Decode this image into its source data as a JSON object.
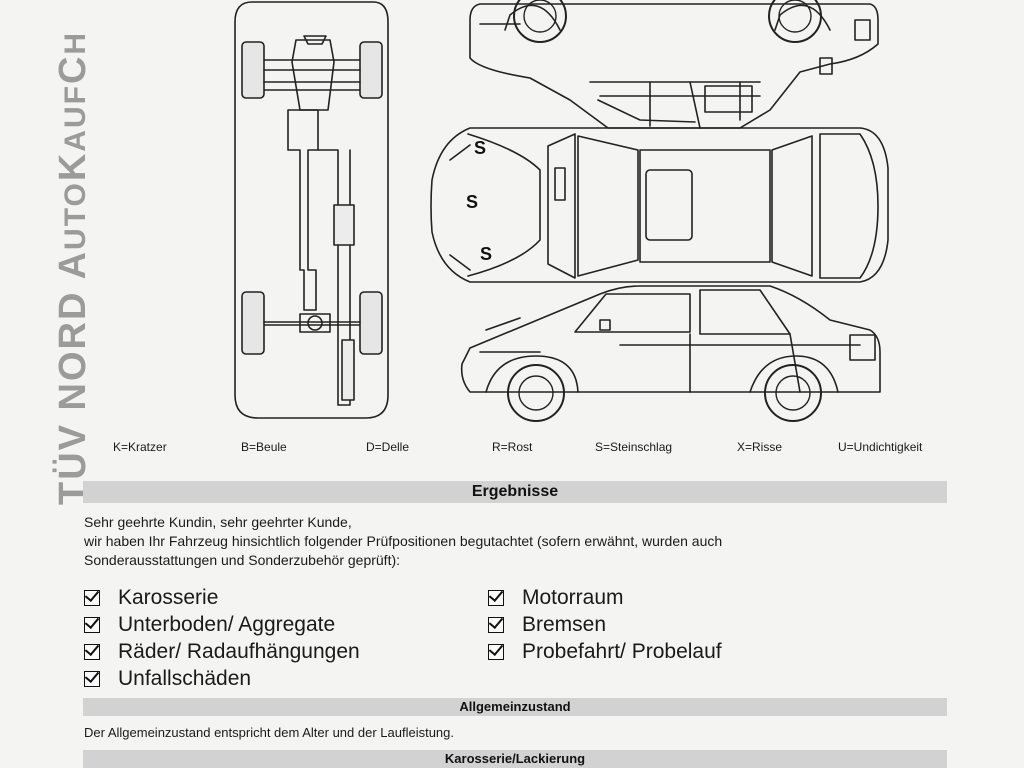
{
  "watermark": {
    "part1": "TÜV NORD ",
    "part2": "A",
    "part3": "UTO",
    "part4": "K",
    "part5": "AUF",
    "part6": "C",
    "part7": "H"
  },
  "damage_marks": [
    "S",
    "S",
    "S"
  ],
  "legend": [
    {
      "label": "K=Kratzer"
    },
    {
      "label": "B=Beule"
    },
    {
      "label": "D=Delle"
    },
    {
      "label": "R=Rost"
    },
    {
      "label": "S=Steinschlag"
    },
    {
      "label": "X=Risse"
    },
    {
      "label": "U=Undichtigkeit"
    }
  ],
  "results": {
    "heading": "Ergebnisse",
    "intro_lines": [
      "Sehr geehrte Kundin, sehr geehrter Kunde,",
      "wir haben Ihr Fahrzeug hinsichtlich folgender Prüfpositionen begutachtet (sofern erwähnt, wurden auch",
      "Sonderausstattungen und Sonderzubehör geprüft):"
    ],
    "checks_left": [
      "Karosserie",
      "Unterboden/ Aggregate",
      "Räder/ Radaufhängungen",
      "Unfallschäden"
    ],
    "checks_right": [
      "Motorraum",
      "Bremsen",
      "Probefahrt/ Probelauf"
    ]
  },
  "general": {
    "heading": "Allgemeinzustand",
    "text": "Der Allgemeinzustand entspricht dem Alter und der Laufleistung."
  },
  "body_paint": {
    "heading": "Karosserie/Lackierung"
  }
}
